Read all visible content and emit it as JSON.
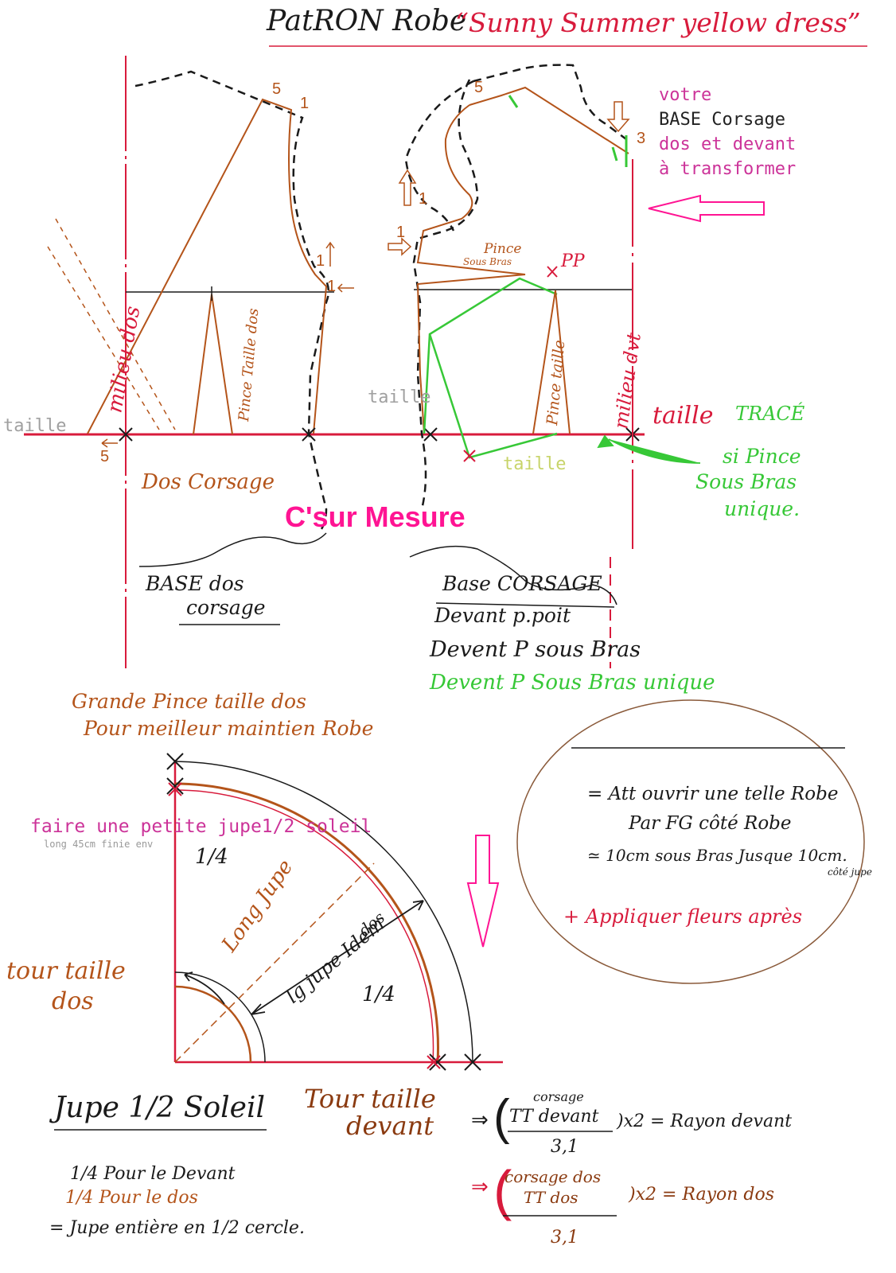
{
  "title": {
    "main": "PatRON Robe",
    "sub": "“Sunny Summer yellow dress”"
  },
  "colors": {
    "red": "#d81b3c",
    "brown": "#b4541a",
    "green": "#37c837",
    "magenta": "#ff1493",
    "pink_text": "#cc3399",
    "lime_text": "#c8d46a",
    "gray_text": "#a0a0a0",
    "ink": "#1a1a1a"
  },
  "top_note": {
    "line1": "votre",
    "line2": "BASE Corsage",
    "line3": "dos et devant",
    "line4": "à transformer"
  },
  "labels": {
    "taille_left": "taille",
    "taille_mid": "taille",
    "taille_green": "taille",
    "taille_trace": "taille",
    "trace": "TRACÉ",
    "si_pince_1": "si Pince",
    "si_pince_2": "Sous Bras",
    "si_pince_3": "unique.",
    "milieu_dos": "milieu dos",
    "milieu_dvt": "milieu dvt",
    "pince_taille_dos": "Pince Taille dos",
    "pince_taille": "Pince taille",
    "pince_sous_bras_1": "Pince",
    "pince_sous_bras_2": "Sous Bras",
    "pp": "PP",
    "dos_corsage": "Dos Corsage",
    "watermark": "C'sur Mesure",
    "base_dos_1": "BASE dos",
    "base_dos_2": "corsage",
    "base_corsage": "Base CORSAGE",
    "devant_ppoit": "Devant p.poit",
    "devent_p_sous_bras": "Devent P sous Bras",
    "devent_p_sous_bras_unique": "Devent P Sous Bras unique",
    "n5a": "5",
    "n1a": "1",
    "n1b": "1",
    "n1c": "1",
    "n5b": "5",
    "n5c": "5",
    "n1d": "1",
    "n1e": "1",
    "n3": "3"
  },
  "grande_pince": {
    "line1": "Grande Pince taille dos",
    "line2": "Pour meilleur maintien Robe"
  },
  "jupe": {
    "note1": "faire une petite jupe1/2 soleil",
    "note2": "long 45cm finie env",
    "quarter_top": "1/4",
    "quarter_mid": "1/4",
    "long_jupe": "Long Jupe",
    "lg_jupe_1": "lg jupe Idem",
    "lg_jupe_2": "dos",
    "tour_taille_dos_1": "tour taille",
    "tour_taille_dos_2": "dos",
    "title": "Jupe 1/2 Soleil",
    "tour_taille_devant_1": "Tour taille",
    "tour_taille_devant_2": "devant"
  },
  "oval": {
    "line1": "= Att ouvrir une telle Robe",
    "line2": "Par FG côté Robe",
    "line3": "≃ 10cm sous Bras Jusque 10cm.",
    "line3b": "côté jupe",
    "line4": "+ Appliquer fleurs après"
  },
  "formulas": {
    "f1_top": "corsage",
    "f1_num": "TT devant",
    "f1_den": "3,1",
    "f1_rest": ")x2 = Rayon devant",
    "f2_num1": "corsage dos",
    "f2_num2": "TT dos",
    "f2_den": "3,1",
    "f2_rest": ")x2 = Rayon dos"
  },
  "legend": {
    "line1": "1/4 Pour le Devant",
    "line2": "1/4 Pour le dos",
    "line3": "= Jupe entière en 1/2 cercle."
  }
}
